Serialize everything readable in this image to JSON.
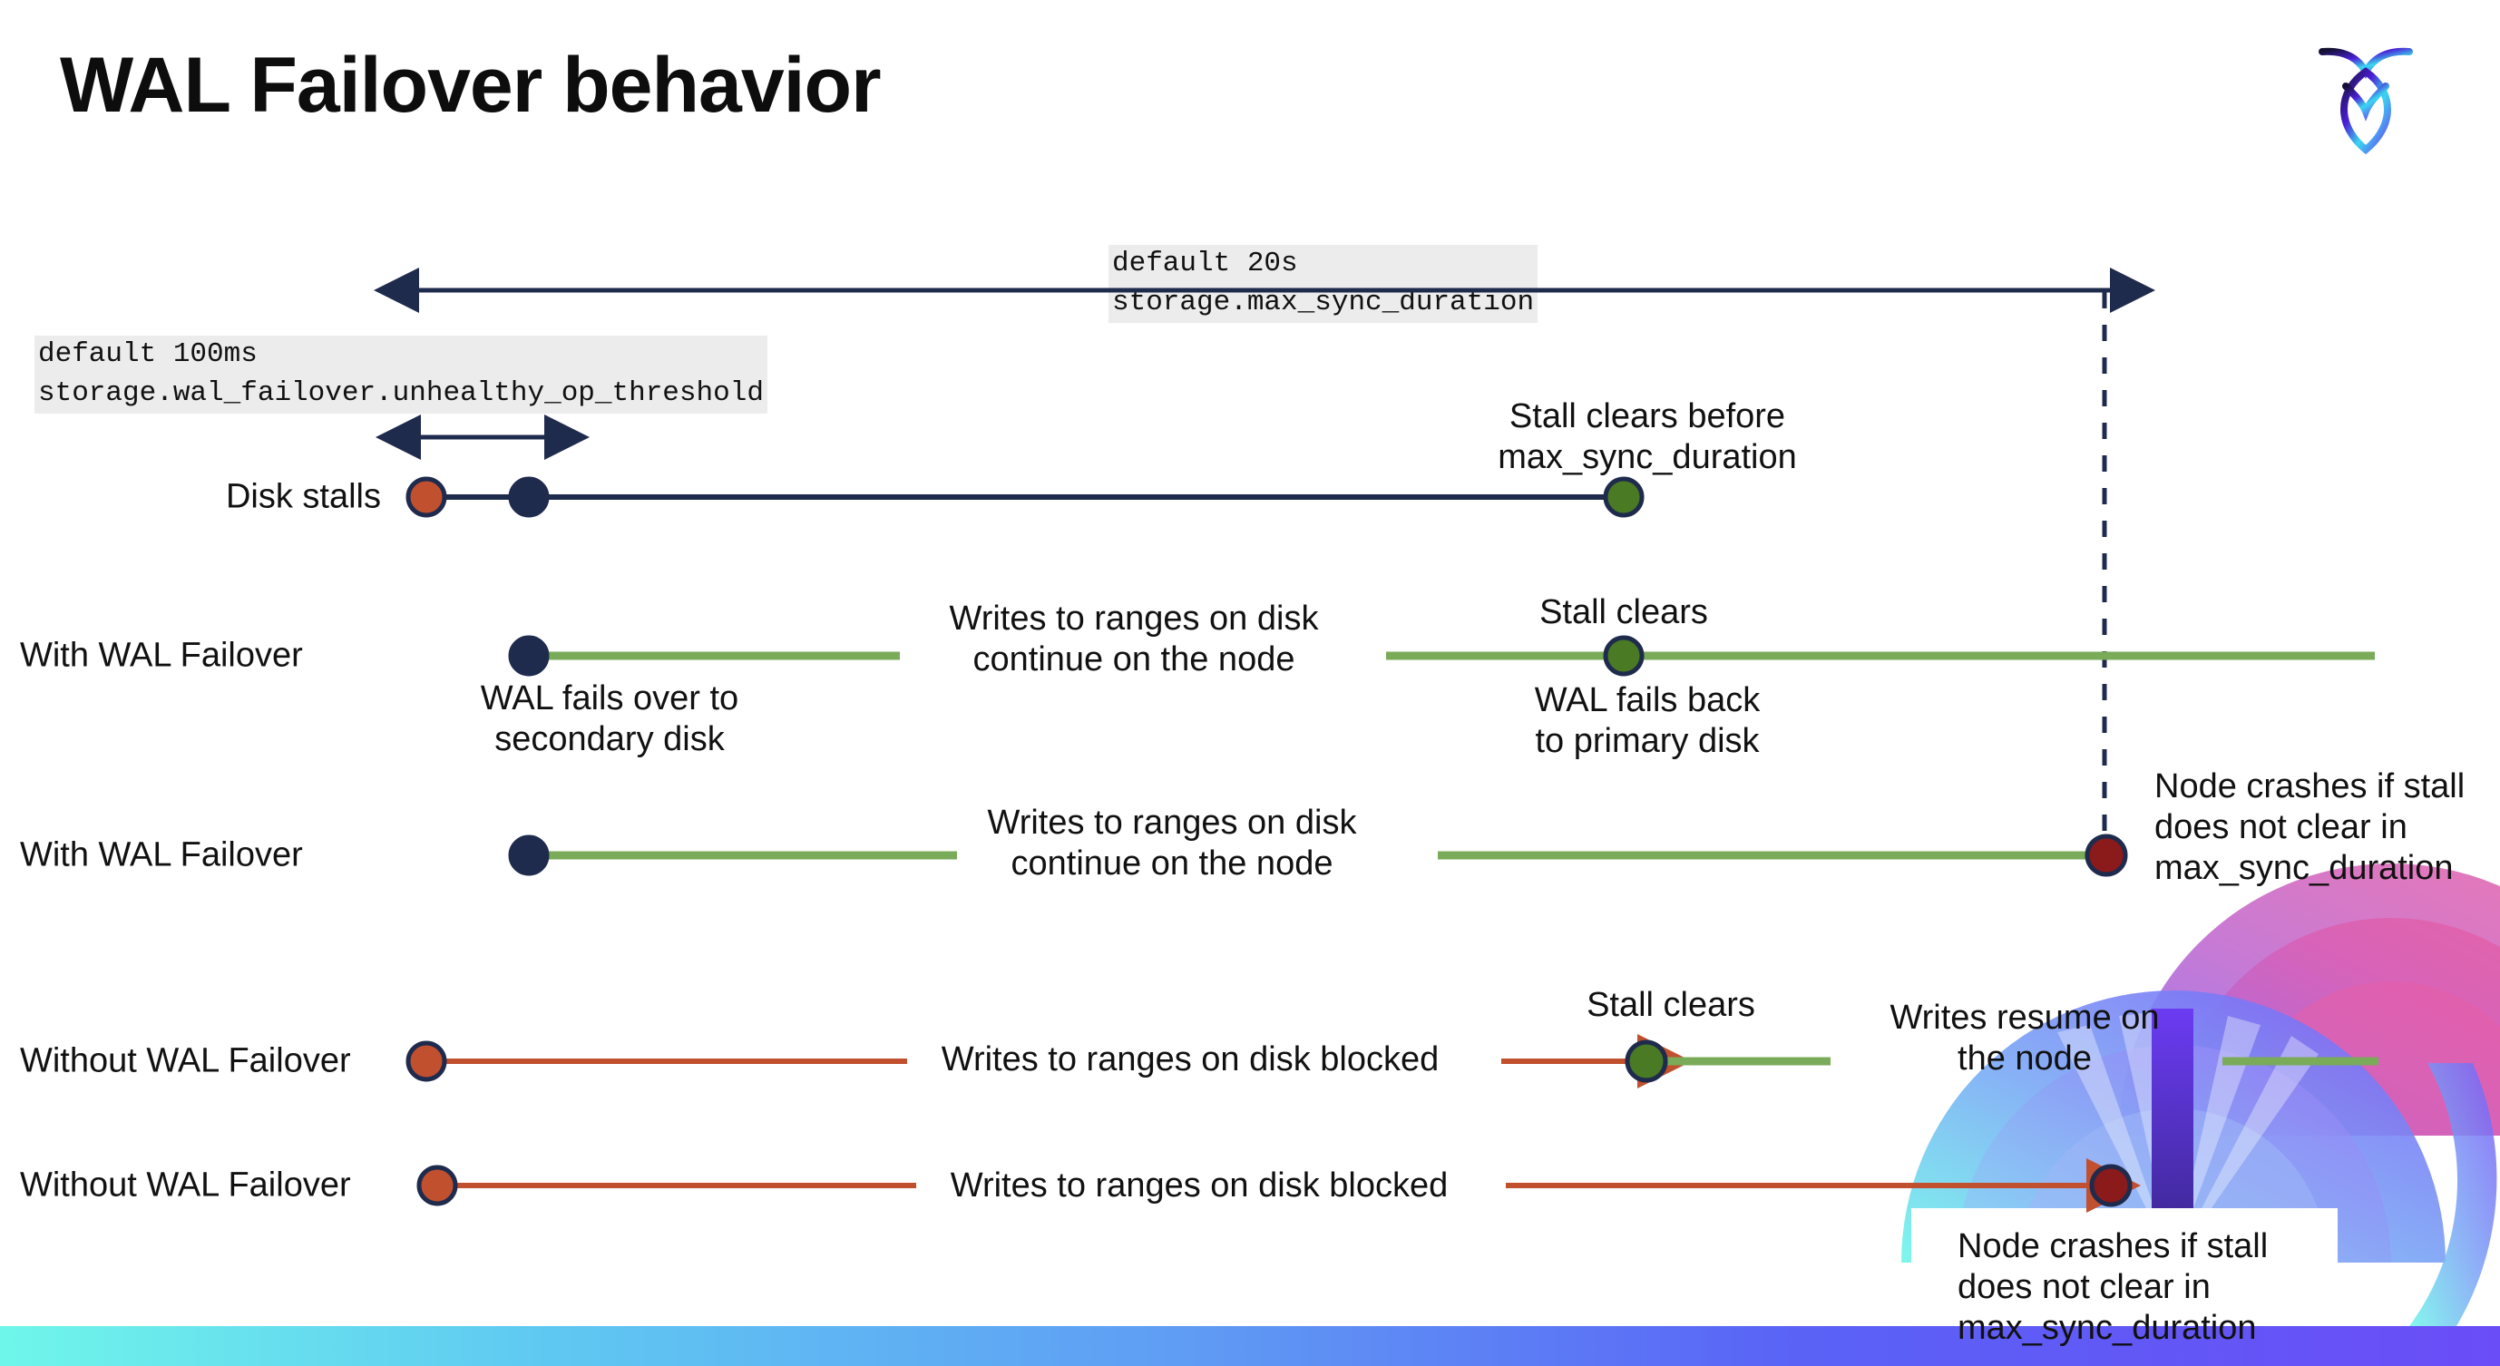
{
  "slide": {
    "title": "WAL Failover behavior",
    "logo_name": "cockroachdb-logo"
  },
  "colors": {
    "navy": "#1f2b4d",
    "orange": "#c1502e",
    "green_line": "#7aab58",
    "green_dot": "#4a7a23",
    "dark_red": "#8b1a1a",
    "code_bg": "#ececec",
    "bar_start": "#6ff6ea",
    "bar_end": "#6a4df7"
  },
  "config_labels": {
    "max_sync": {
      "default": "default 20s",
      "setting": "storage.max_sync_duration"
    },
    "unhealthy_op": {
      "default": "default 100ms",
      "setting": "storage.wal_failover.unhealthy_op_threshold"
    }
  },
  "rows": [
    {
      "label": "Disk stalls",
      "annotations": [
        "Stall clears before\nmax_sync_duration"
      ]
    },
    {
      "label": "With WAL Failover",
      "annotations": [
        "Writes to ranges on disk\ncontinue on the node",
        "Stall clears",
        "WAL fails over to\nsecondary disk",
        "WAL fails  back\nto primary disk"
      ]
    },
    {
      "label": "With WAL Failover",
      "annotations": [
        "Writes to ranges on disk\ncontinue on the node",
        "Node crashes if stall\ndoes not clear in\nmax_sync_duration"
      ]
    },
    {
      "label": "Without WAL Failover",
      "annotations": [
        "Writes to ranges on disk  blocked",
        "Stall clears",
        "Writes resume on\nthe node"
      ]
    },
    {
      "label": "Without WAL Failover",
      "annotations": [
        "Writes to ranges on disk  blocked",
        "Node crashes if stall\ndoes not clear in\nmax_sync_duration"
      ]
    }
  ],
  "markers": {
    "stall_start": "stall-start-dot",
    "failover_point": "failover-dot",
    "stall_clears": "stall-clears-dot",
    "node_crash": "node-crash-dot"
  }
}
